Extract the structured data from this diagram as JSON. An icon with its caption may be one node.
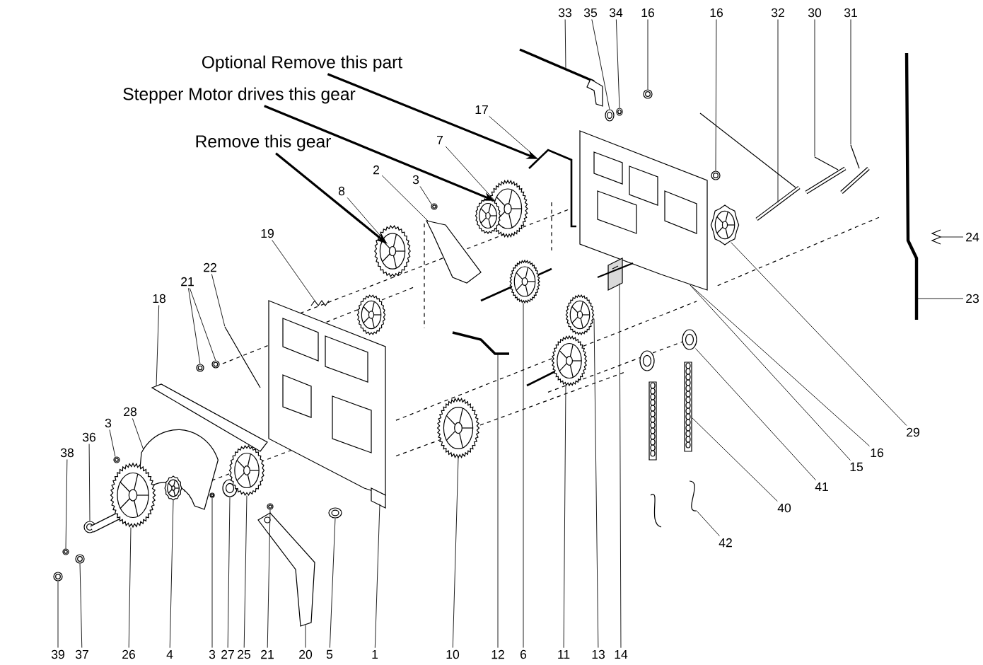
{
  "diagram": {
    "nodes": [
      {
        "text": [
          "Optional Remove this part"
        ]
      },
      {
        "text": [
          "Stepper Motor drives this gear"
        ]
      },
      {
        "text": [
          "Remove this gear"
        ]
      },
      {
        "text": [
          "33"
        ]
      },
      {
        "text": [
          "35"
        ]
      },
      {
        "text": [
          "34"
        ]
      },
      {
        "text": [
          "16"
        ]
      },
      {
        "text": [
          "16"
        ]
      },
      {
        "text": [
          "32"
        ]
      },
      {
        "text": [
          "30"
        ]
      },
      {
        "text": [
          "31"
        ]
      },
      {
        "text": [
          "17"
        ]
      },
      {
        "text": [
          "7"
        ]
      },
      {
        "text": [
          "3"
        ]
      },
      {
        "text": [
          "2"
        ]
      },
      {
        "text": [
          "8"
        ]
      },
      {
        "text": [
          "24"
        ]
      },
      {
        "text": [
          "19"
        ]
      },
      {
        "text": [
          "22"
        ]
      },
      {
        "text": [
          "21"
        ]
      },
      {
        "text": [
          "18"
        ]
      },
      {
        "text": [
          "23"
        ]
      },
      {
        "text": [
          "28"
        ]
      },
      {
        "text": [
          "3"
        ]
      },
      {
        "text": [
          "29"
        ]
      },
      {
        "text": [
          "36"
        ]
      },
      {
        "text": [
          "16"
        ]
      },
      {
        "text": [
          "38"
        ]
      },
      {
        "text": [
          "15"
        ]
      },
      {
        "text": [
          "41"
        ]
      },
      {
        "text": [
          "40"
        ]
      },
      {
        "text": [
          "42"
        ]
      },
      {
        "text": [
          "39"
        ]
      },
      {
        "text": [
          "37"
        ]
      },
      {
        "text": [
          "26"
        ]
      },
      {
        "text": [
          "4"
        ]
      },
      {
        "text": [
          "3"
        ]
      },
      {
        "text": [
          "27"
        ]
      },
      {
        "text": [
          "25"
        ]
      },
      {
        "text": [
          "21"
        ]
      },
      {
        "text": [
          "20"
        ]
      },
      {
        "text": [
          "5"
        ]
      },
      {
        "text": [
          "1"
        ]
      },
      {
        "text": [
          "10"
        ]
      },
      {
        "text": [
          "12"
        ]
      },
      {
        "text": [
          "6"
        ]
      },
      {
        "text": [
          "11"
        ]
      },
      {
        "text": [
          "13"
        ]
      },
      {
        "text": [
          "14"
        ]
      },
      {
        "text": [],
        "shape": "picture"
      },
      {
        "text": [],
        "shape": "picture"
      },
      {
        "text": [],
        "shape": "picture"
      },
      {
        "text": [],
        "shape": "picture"
      },
      {
        "text": [],
        "shape": "picture"
      },
      {
        "text": [],
        "shape": "picture"
      },
      {
        "text": [],
        "shape": "picture"
      },
      {
        "text": [],
        "shape": "picture"
      },
      {
        "text": [],
        "shape": "picture"
      },
      {
        "text": [],
        "shape": "picture"
      },
      {
        "text": [],
        "shape": "picture"
      },
      {
        "text": [],
        "shape": "picture"
      },
      {
        "text": [],
        "shape": "picture"
      },
      {
        "text": [],
        "shape": "picture"
      },
      {
        "text": [],
        "shape": "picture"
      },
      {
        "text": [],
        "shape": "picture"
      },
      {
        "text": [],
        "shape": "picture"
      },
      {
        "text": [],
        "shape": "picture"
      },
      {
        "text": [],
        "shape": "picture"
      },
      {
        "text": [],
        "shape": "picture"
      },
      {
        "text": [],
        "shape": "picture"
      },
      {
        "text": [],
        "shape": "picture"
      },
      {
        "text": [],
        "shape": "picture"
      },
      {
        "text": [],
        "shape": "picture"
      },
      {
        "text": [],
        "shape": "picture"
      },
      {
        "text": [],
        "shape": "picture"
      },
      {
        "text": [],
        "shape": "picture"
      },
      {
        "text": [],
        "shape": "picture"
      },
      {
        "text": [],
        "shape": "picture"
      },
      {
        "text": [],
        "shape": "picture"
      },
      {
        "text": [],
        "shape": "picture"
      },
      {
        "text": [],
        "shape": "picture"
      },
      {
        "text": [],
        "shape": "picture"
      },
      {
        "text": [],
        "shape": "picture"
      },
      {
        "text": [],
        "shape": "picture"
      },
      {
        "text": [],
        "shape": "picture"
      },
      {
        "text": [],
        "shape": "picture"
      },
      {
        "text": [],
        "shape": "picture"
      },
      {
        "text": [],
        "shape": "picture"
      },
      {
        "text": [],
        "shape": "picture"
      },
      {
        "text": [],
        "shape": "picture"
      },
      {
        "text": [],
        "shape": "picture"
      },
      {
        "text": [],
        "shape": "picture"
      },
      {
        "text": [],
        "shape": "picture"
      },
      {
        "text": [],
        "shape": "picture"
      },
      {
        "text": [],
        "shape": "picture"
      }
    ],
    "edges": [
      {
        "from": 0,
        "to": 57,
        "arrow": "to",
        "style": "thick"
      },
      {
        "from": 1,
        "to": 58,
        "arrow": "to",
        "style": "thick"
      },
      {
        "from": 2,
        "to": 61,
        "arrow": "to",
        "style": "thick"
      },
      {
        "from": 3,
        "to": 49,
        "arrow": "none"
      },
      {
        "from": 4,
        "to": 50,
        "arrow": "none"
      },
      {
        "from": 5,
        "to": 51,
        "arrow": "none"
      },
      {
        "from": 6,
        "to": 52,
        "arrow": "none"
      },
      {
        "from": 7,
        "to": 53,
        "arrow": "none"
      },
      {
        "from": 8,
        "to": 54,
        "arrow": "none"
      },
      {
        "from": 9,
        "to": 55,
        "arrow": "none"
      },
      {
        "from": 10,
        "to": 56,
        "arrow": "none"
      },
      {
        "from": 11,
        "to": 57,
        "arrow": "none"
      },
      {
        "from": 12,
        "to": 58,
        "arrow": "none"
      },
      {
        "from": 13,
        "to": 59,
        "arrow": "none"
      },
      {
        "from": 14,
        "to": 60,
        "arrow": "none"
      },
      {
        "from": 15,
        "to": 61,
        "arrow": "none"
      },
      {
        "from": 16,
        "to": 62,
        "arrow": "none"
      },
      {
        "from": 17,
        "to": 63,
        "arrow": "none"
      },
      {
        "from": 18,
        "to": 64,
        "arrow": "none"
      },
      {
        "from": 19,
        "to": 65,
        "arrow": "none"
      },
      {
        "from": 19,
        "to": 66,
        "arrow": "none"
      },
      {
        "from": 20,
        "to": 67,
        "arrow": "none"
      },
      {
        "from": 21,
        "to": 68,
        "arrow": "none"
      },
      {
        "from": 22,
        "to": 69,
        "arrow": "none"
      },
      {
        "from": 23,
        "to": 70,
        "arrow": "none"
      },
      {
        "from": 24,
        "to": 71,
        "arrow": "none"
      },
      {
        "from": 25,
        "to": 72,
        "arrow": "none"
      },
      {
        "from": 26,
        "to": 73,
        "arrow": "none"
      },
      {
        "from": 27,
        "to": 74,
        "arrow": "none"
      },
      {
        "from": 28,
        "to": 73,
        "arrow": "none"
      },
      {
        "from": 29,
        "to": 75,
        "arrow": "none"
      },
      {
        "from": 30,
        "to": 76,
        "arrow": "none"
      },
      {
        "from": 31,
        "to": 77,
        "arrow": "none"
      },
      {
        "from": 32,
        "to": 78,
        "arrow": "none"
      },
      {
        "from": 33,
        "to": 79,
        "arrow": "none"
      },
      {
        "from": 34,
        "to": 80,
        "arrow": "none"
      },
      {
        "from": 35,
        "to": 81,
        "arrow": "none"
      },
      {
        "from": 36,
        "to": 82,
        "arrow": "none"
      },
      {
        "from": 37,
        "to": 83,
        "arrow": "none"
      },
      {
        "from": 38,
        "to": 84,
        "arrow": "none"
      },
      {
        "from": 39,
        "to": 85,
        "arrow": "none"
      },
      {
        "from": 40,
        "to": 86,
        "arrow": "none"
      },
      {
        "from": 41,
        "to": 87,
        "arrow": "none"
      },
      {
        "from": 42,
        "to": 88,
        "arrow": "none"
      },
      {
        "from": 43,
        "to": 89,
        "arrow": "none"
      },
      {
        "from": 44,
        "to": 90,
        "arrow": "none"
      },
      {
        "from": 45,
        "to": 91,
        "arrow": "none"
      },
      {
        "from": 46,
        "to": 92,
        "arrow": "none"
      },
      {
        "from": 47,
        "to": 93,
        "arrow": "none"
      },
      {
        "from": 48,
        "to": 94,
        "arrow": "none"
      }
    ]
  }
}
